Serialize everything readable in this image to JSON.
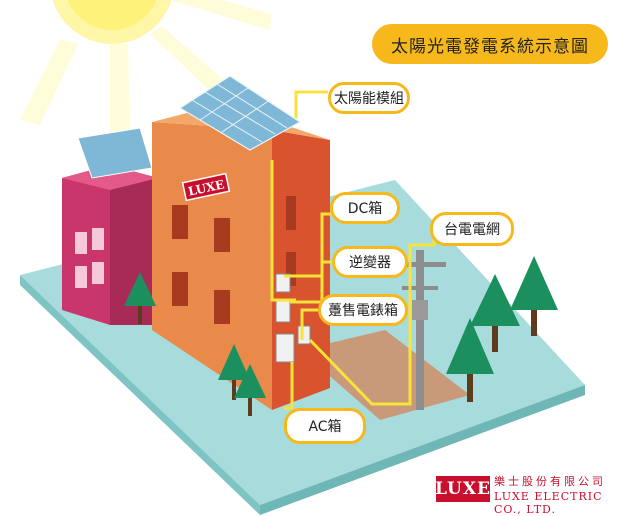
{
  "title": "太陽光電發電系統示意圖",
  "labels": {
    "solar_module": "太陽能模組",
    "dc_box": "DC箱",
    "inverter": "逆變器",
    "meter_box": "躉售電錶箱",
    "ac_box": "AC箱",
    "grid": "台電電網"
  },
  "building_sign": "LUXE",
  "logo": {
    "mark": "LUXE",
    "chinese_name": "樂士股份有限公司",
    "english_name": "LUXE ELECTRIC CO., LTD."
  },
  "colors": {
    "accent": "#f6b81a",
    "ground": "#9fd8d8",
    "building_main": "#e98a4a",
    "building_side": "#d9532f",
    "building_left": "#c9366b",
    "tree": "#1c8f5e",
    "wire": "#f7e33a",
    "brand": "#c8102e"
  }
}
